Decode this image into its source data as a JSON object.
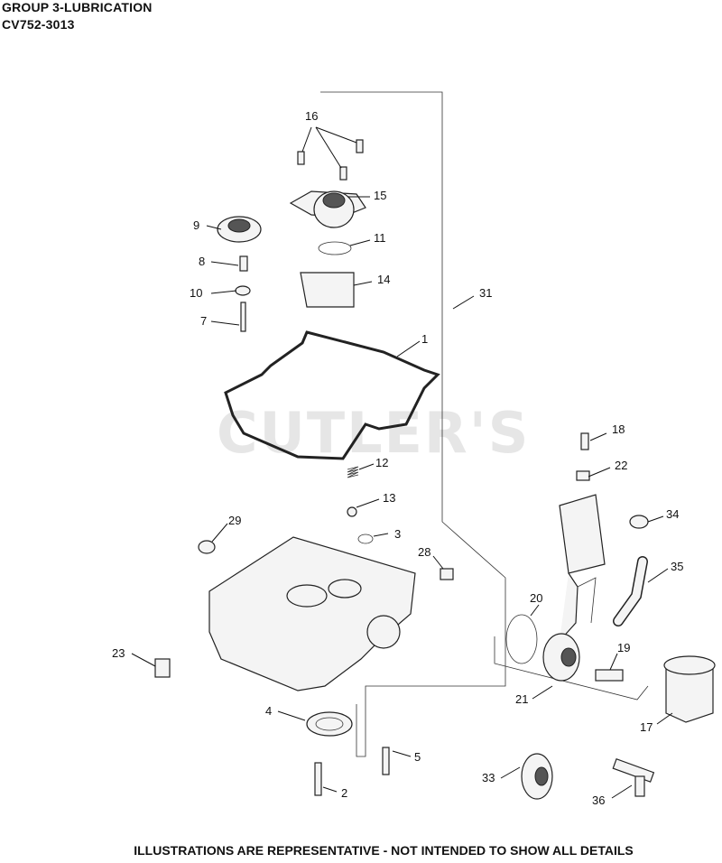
{
  "header": {
    "line1": "GROUP 3-LUBRICATION",
    "line2": "CV752-3013"
  },
  "watermark": "CUTLER'S",
  "footer": "ILLUSTRATIONS ARE REPRESENTATIVE - NOT INTENDED TO SHOW ALL DETAILS",
  "callouts": {
    "c1": "1",
    "c2": "2",
    "c3": "3",
    "c4": "4",
    "c5": "5",
    "c7": "7",
    "c8": "8",
    "c9": "9",
    "c10": "10",
    "c11": "11",
    "c12": "12",
    "c13": "13",
    "c14": "14",
    "c15": "15",
    "c16": "16",
    "c17": "17",
    "c18": "18",
    "c19": "19",
    "c20": "20",
    "c21": "21",
    "c22": "22",
    "c23": "23",
    "c28": "28",
    "c29": "29",
    "c31": "31",
    "c33": "33",
    "c34": "34",
    "c35": "35",
    "c36": "36"
  }
}
